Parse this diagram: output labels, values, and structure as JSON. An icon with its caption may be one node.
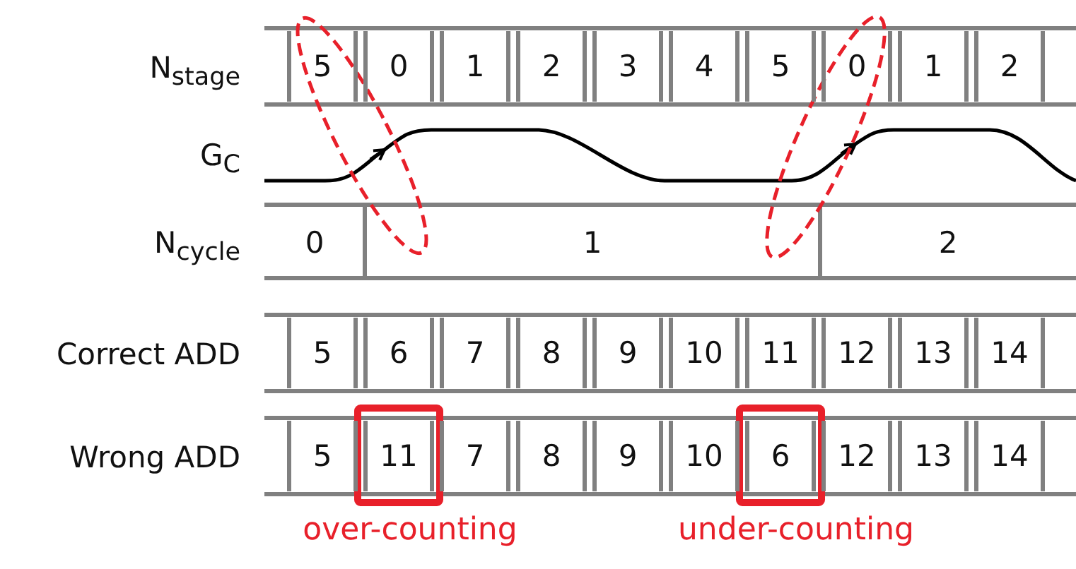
{
  "diagram": {
    "labels": [
      "N$_{stage}$",
      "5",
      "0",
      "1",
      "2",
      "3",
      "4",
      "5",
      "0",
      "1",
      "2",
      "G$_{C}$",
      "N$_{cycle}$",
      "0",
      "1",
      "2",
      "Correct ADD",
      "5",
      "6",
      "7",
      "8",
      "9",
      "10",
      "11",
      "12",
      "13",
      "14",
      "Wrong ADD",
      "5",
      "11",
      "7",
      "8",
      "9",
      "10",
      "6",
      "12",
      "13",
      "14",
      "over-counting",
      "under-counting"
    ]
  }
}
